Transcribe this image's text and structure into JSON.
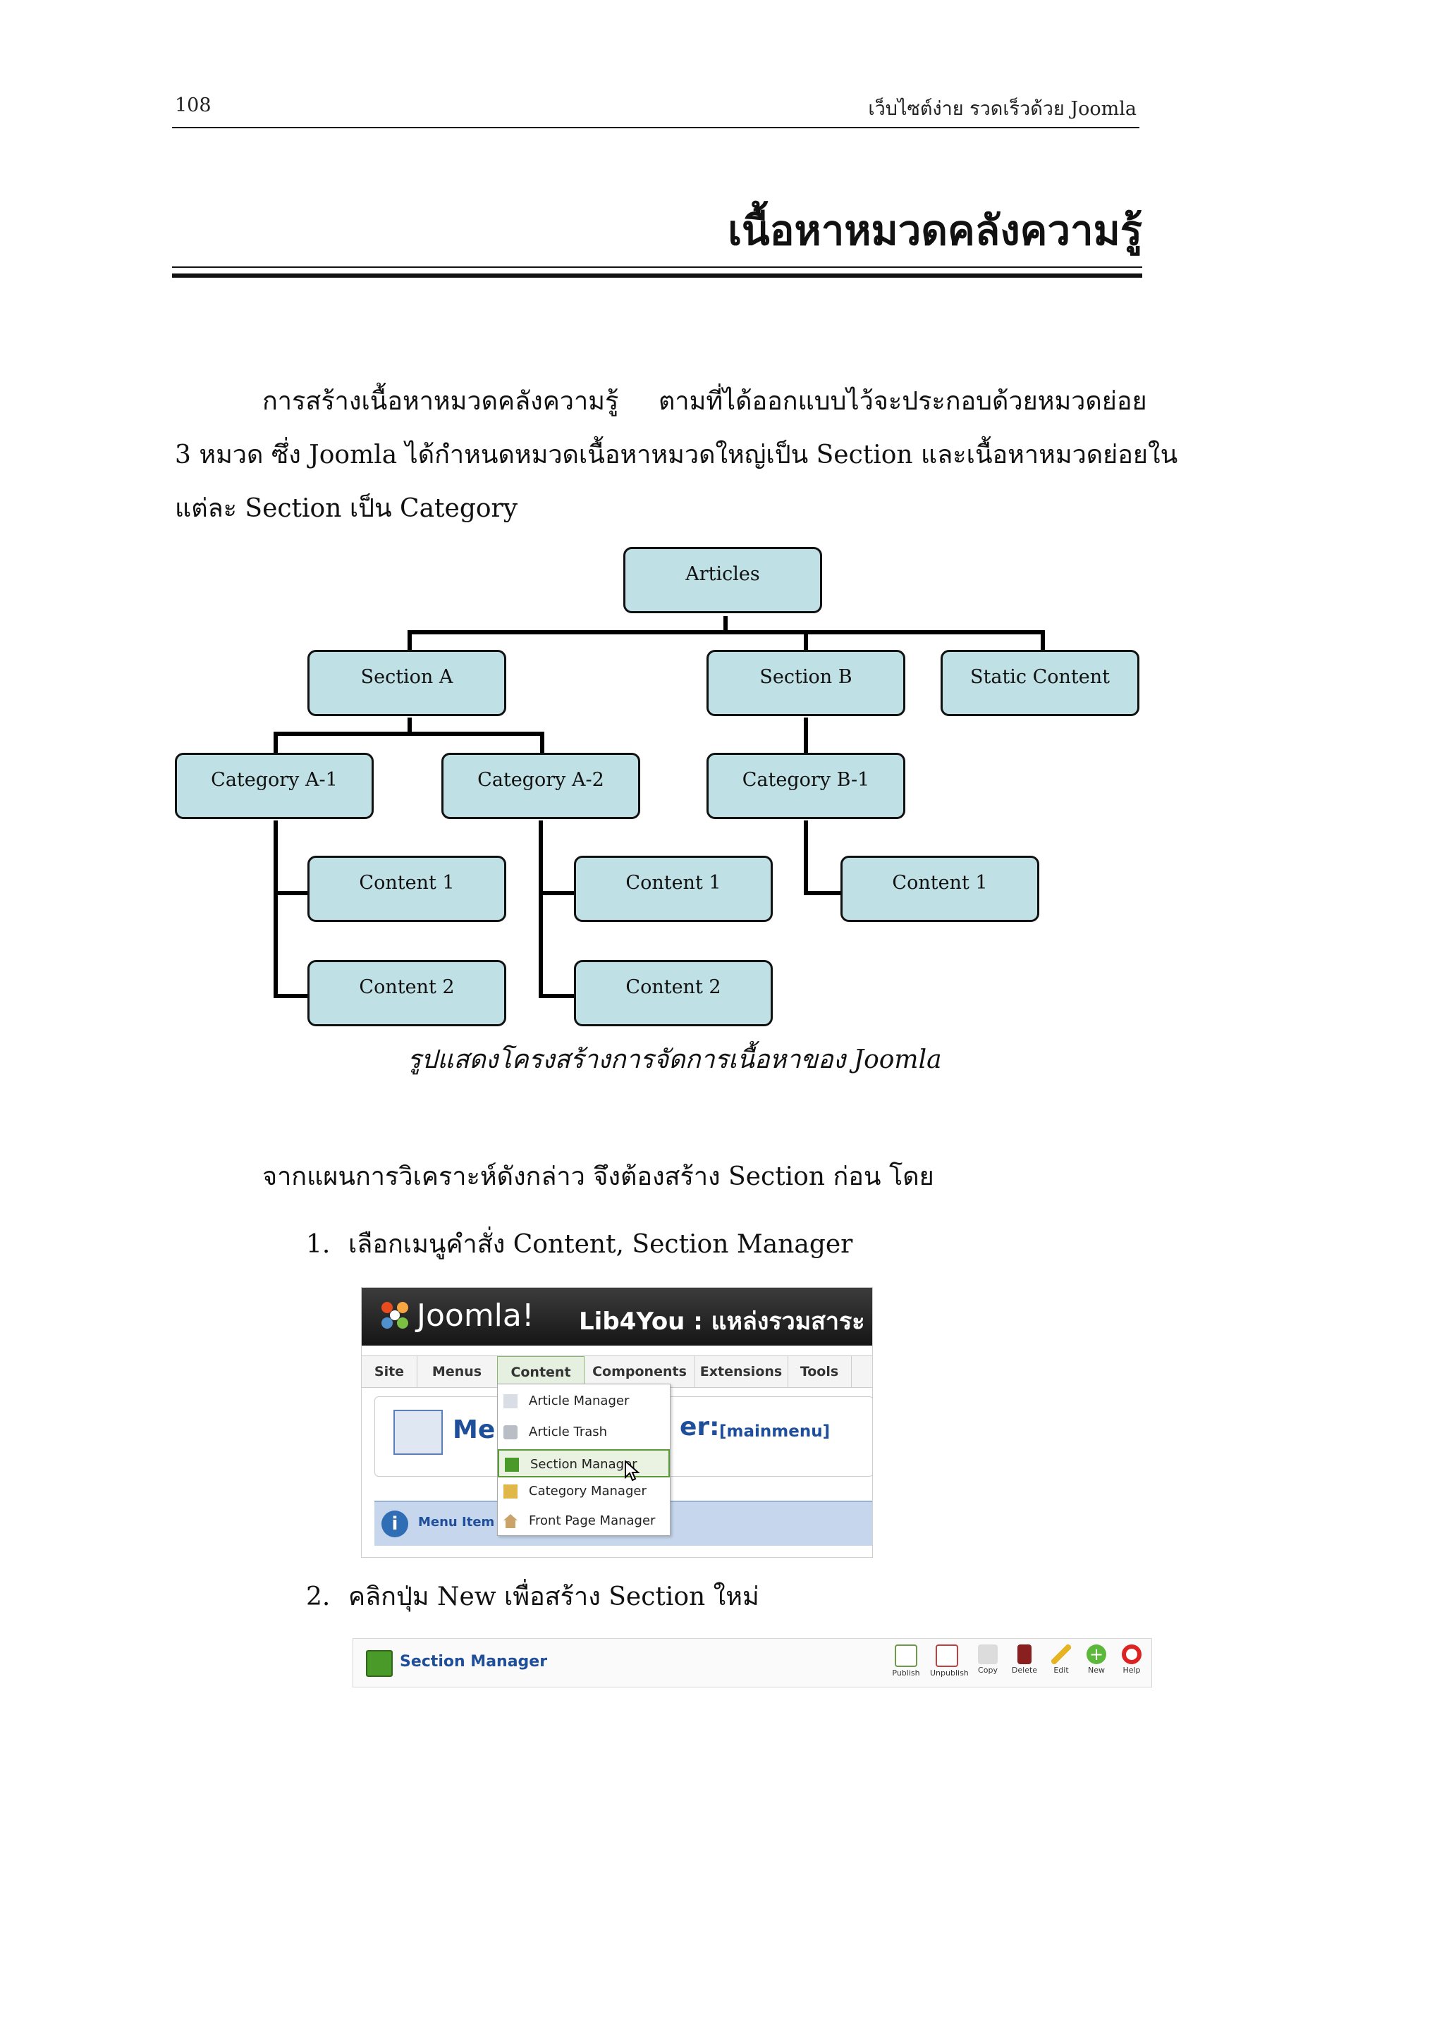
{
  "header": {
    "page_number": "108",
    "running_title": "เว็บไซต์ง่าย รวดเร็วด้วย Joomla"
  },
  "chapter_title": "เนื้อหาหมวดคลังความรู้",
  "intro": {
    "line1_a": "การสร้างเนื้อหาหมวดคลังความรู้",
    "line1_b": "ตามที่ได้ออกแบบไว้จะประกอบด้วยหมวดย่อย",
    "line2": "3 หมวด ซึ่ง Joomla ได้กำหนดหมวดเนื้อหาหมวดใหญ่เป็น Section และเนื้อหาหมวดย่อยใน",
    "line3": "แต่ละ Section เป็น Category"
  },
  "diagram": {
    "articles": "Articles",
    "section_a": "Section A",
    "section_b": "Section B",
    "static_content": "Static Content",
    "category_a1": "Category A-1",
    "category_a2": "Category A-2",
    "category_b1": "Category B-1",
    "a1_content1": "Content 1",
    "a1_content2": "Content 2",
    "a2_content1": "Content 1",
    "a2_content2": "Content 2",
    "b1_content1": "Content 1",
    "caption": "รูปแสดงโครงสร้างการจัดการเนื้อหาของ Joomla"
  },
  "body": {
    "analysis_line": "จากแผนการวิเคราะห์ดังกล่าว จึงต้องสร้าง Section ก่อน โดย",
    "step1_num": "1.",
    "step1_text": "เลือกเมนูคำสั่ง Content, Section Manager",
    "step2_num": "2.",
    "step2_text": "คลิกปุ่ม New เพื่อสร้าง Section ใหม่"
  },
  "screenshot1": {
    "logo": "Joomla!",
    "site_title": "Lib4You : แหล่งรวมสาระ",
    "menu": [
      "Site",
      "Menus",
      "Content",
      "Components",
      "Extensions",
      "Tools"
    ],
    "dropdown": [
      "Article Manager",
      "Article Trash",
      "Section Manager",
      "Category Manager",
      "Front Page Manager"
    ],
    "page_heading_left": "Mer",
    "page_heading_right": "er:",
    "page_heading_tag": "[mainmenu]",
    "info_label": "Menu Item"
  },
  "screenshot2": {
    "title": "Section Manager",
    "buttons": [
      "Publish",
      "Unpublish",
      "Copy",
      "Delete",
      "Edit",
      "New",
      "Help"
    ]
  },
  "colors": {
    "box_fill": "#bfe0e4",
    "joomla_green": "#4a9a2a",
    "link_blue": "#1f4f9a"
  }
}
